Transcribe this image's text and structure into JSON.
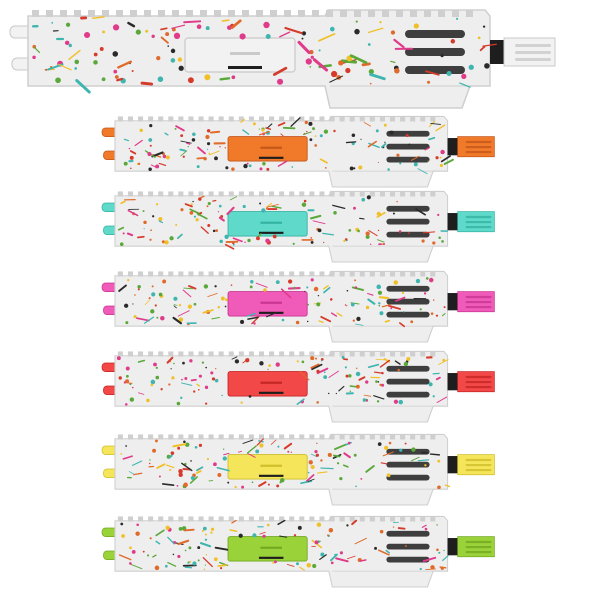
{
  "variants": [
    {
      "name": "white",
      "accent": "#f2f2f2",
      "accent_dark": "#c9c9c9"
    },
    {
      "name": "orange",
      "accent": "#f07a2a",
      "accent_dark": "#c4561a"
    },
    {
      "name": "teal",
      "accent": "#5fd9c9",
      "accent_dark": "#34b3a3"
    },
    {
      "name": "pink",
      "accent": "#f05ab8",
      "accent_dark": "#c83592"
    },
    {
      "name": "red",
      "accent": "#f24848",
      "accent_dark": "#c52626"
    },
    {
      "name": "yellow",
      "accent": "#f4e55a",
      "accent_dark": "#cfbd2a"
    },
    {
      "name": "green",
      "accent": "#9ad23a",
      "accent_dark": "#73a820"
    }
  ],
  "splatter_colors": [
    "#d63a2a",
    "#e06a2a",
    "#5aa83a",
    "#3fb5b0",
    "#f0c02a",
    "#2a2a2a",
    "#e03a8a"
  ],
  "body_color": "#eeeeee",
  "body_shadow": "#cfcfcf",
  "metal_dark": "#1e1e1e"
}
